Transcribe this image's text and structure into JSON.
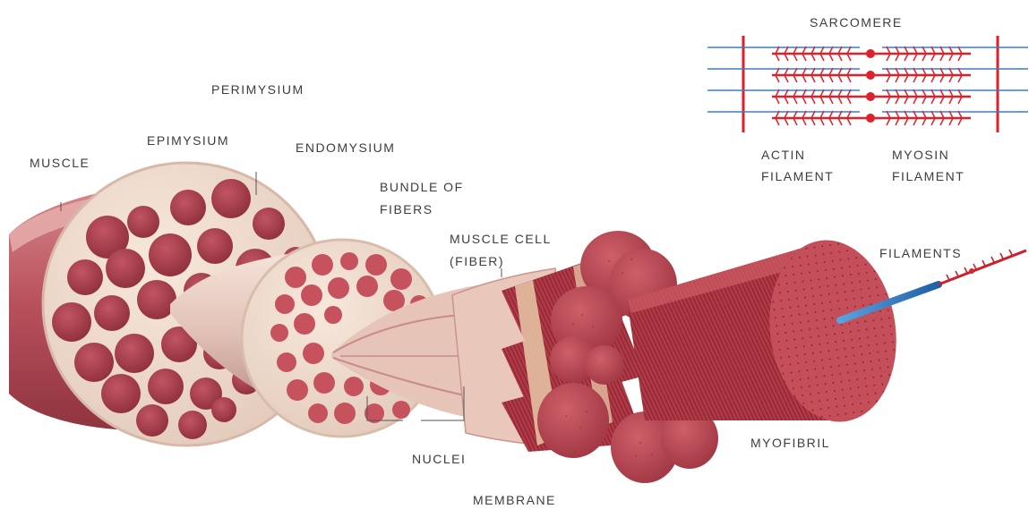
{
  "labels": {
    "muscle": "MUSCLE",
    "epimysium": "EPIMYSIUM",
    "perimysium": "PERIMYSIUM",
    "endomysium": "ENDOMYSIUM",
    "bundle_of_fibers": [
      "BUNDLE OF",
      "FIBERS"
    ],
    "muscle_cell": [
      "MUSCLE CELL",
      "(FIBER)"
    ],
    "nuclei": "NUCLEI",
    "membrane": "MEMBRANE",
    "myofibril": "MYOFIBRIL",
    "filaments": "FILAMENTS",
    "sarcomere": "SARCOMERE",
    "actin_filament": [
      "ACTIN",
      "FILAMENT"
    ],
    "myosin_filament": [
      "MYOSIN",
      "FILAMENT"
    ]
  },
  "colors": {
    "muscle_red": "#b33b48",
    "muscle_dark": "#8e2a36",
    "bundle_red": "#c85a63",
    "connective_tissue": "#ead2c2",
    "sheath_pink": "#e6b6b0",
    "actin_blue": "#3a7fc2",
    "myosin_red": "#e0202a",
    "z_line": "#e01e2a",
    "label_text": "#3d3d3d",
    "filament_blue": "#2f7ec9"
  }
}
